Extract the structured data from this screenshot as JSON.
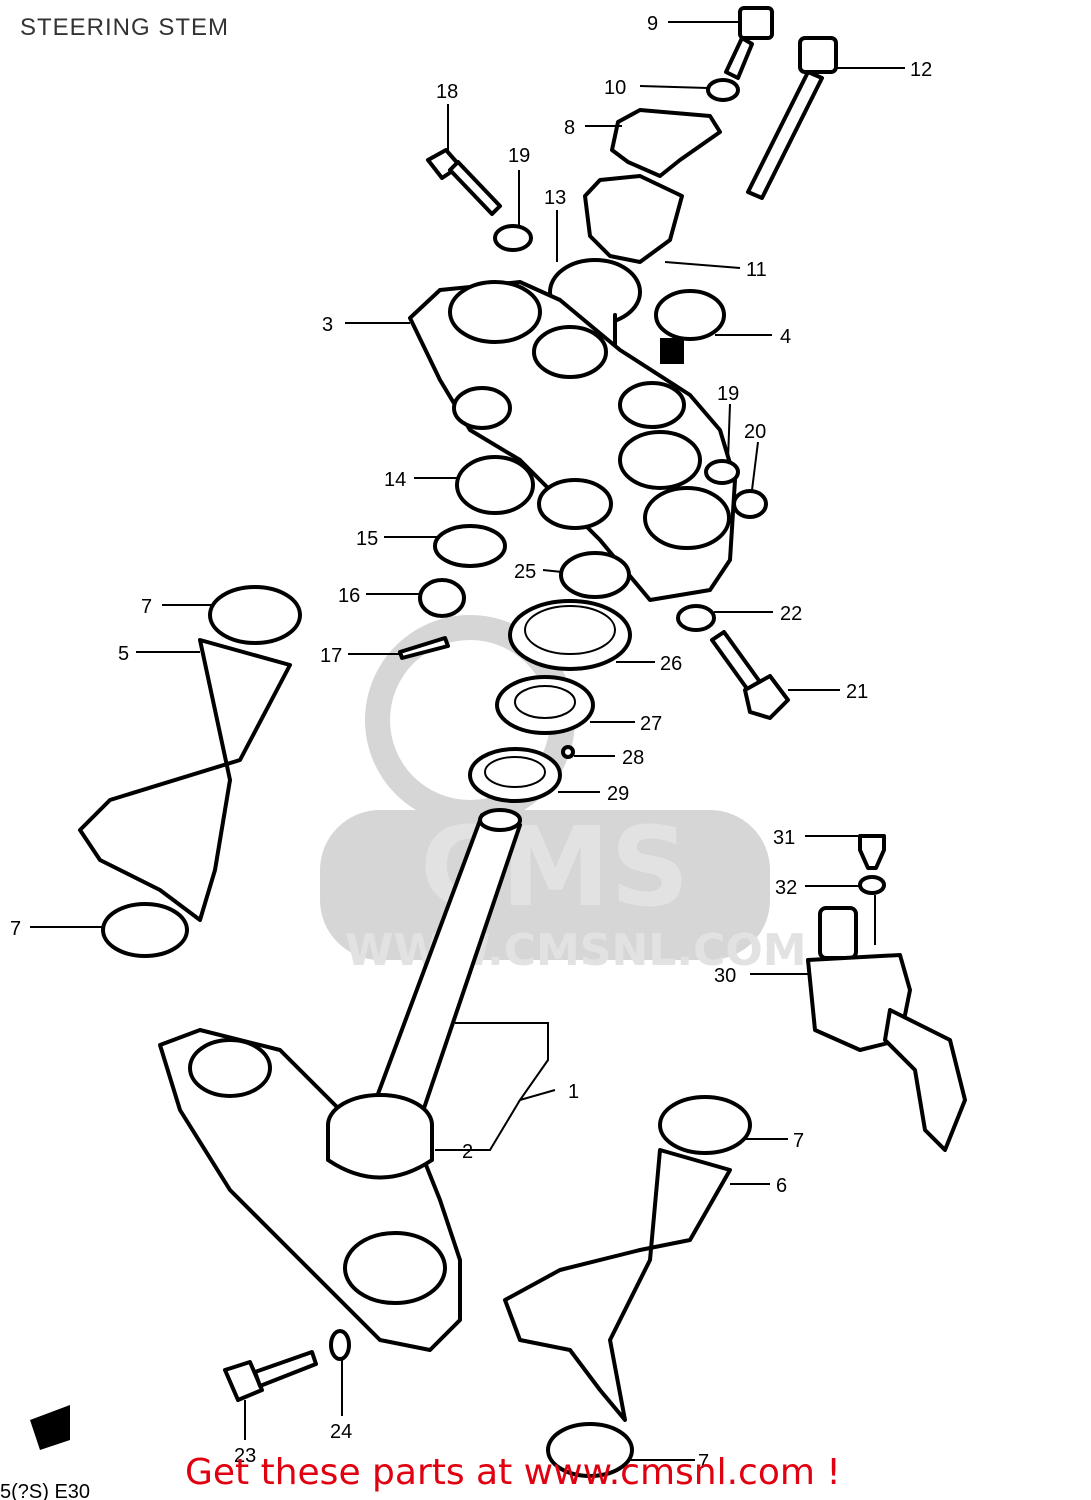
{
  "title": "STEERING STEM",
  "watermark": {
    "logo_text": "CMS",
    "url_text": "WWW.CMSNL.COM"
  },
  "banner": "Get these parts at www.cmsnl.com !",
  "corner_code": "5(?S) E30",
  "callouts": [
    "9",
    "10",
    "12",
    "8",
    "18",
    "19",
    "13",
    "11",
    "3",
    "4",
    "19",
    "20",
    "14",
    "15",
    "25",
    "7",
    "16",
    "22",
    "5",
    "17",
    "26",
    "21",
    "27",
    "28",
    "29",
    "31",
    "32",
    "7",
    "30",
    "1",
    "2",
    "7",
    "6",
    "23",
    "24",
    "7"
  ],
  "colors": {
    "line": "#000000",
    "banner": "#e0000f",
    "watermark": "#d6d6d6"
  }
}
